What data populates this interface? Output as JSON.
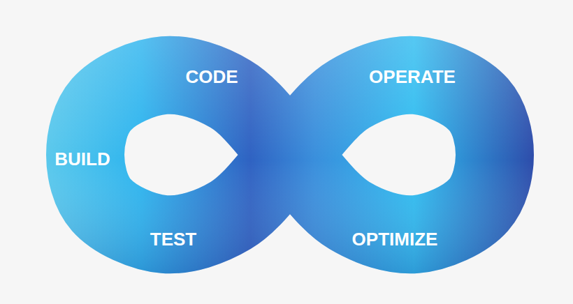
{
  "diagram": {
    "labels": [
      "CODE",
      "OPERATE",
      "BUILD",
      "TEST",
      "OPTIMIZE"
    ]
  }
}
